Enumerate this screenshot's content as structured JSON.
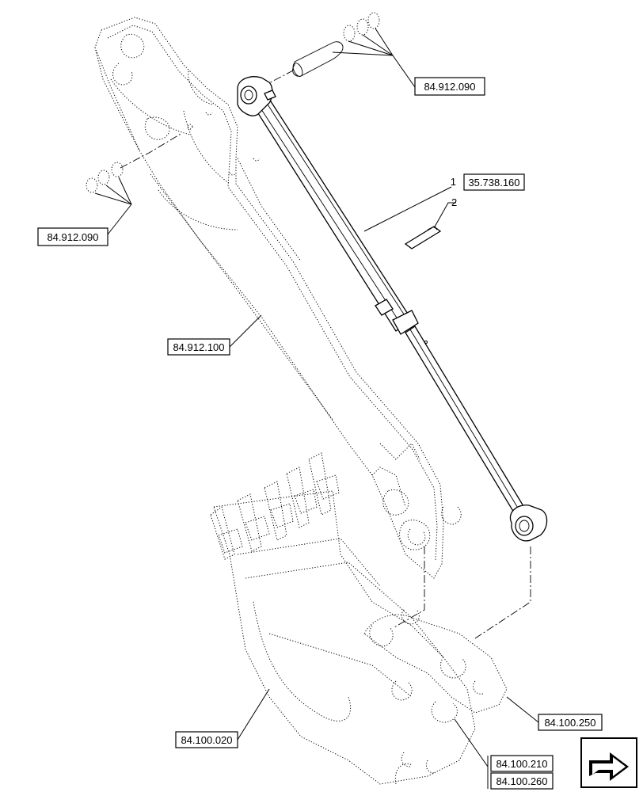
{
  "references": {
    "pins_top": "84.912.090",
    "pins_left": "84.912.090",
    "cylinder": "35.738.160",
    "arm": "84.912.100",
    "bucket": "84.100.020",
    "bucket_linkage": "84.100.250",
    "link_a": "84.100.210",
    "link_b": "84.100.260"
  },
  "item_numbers": {
    "cylinder": "1",
    "shim": "2"
  },
  "icons": {
    "nav": "back-arrow-icon"
  }
}
